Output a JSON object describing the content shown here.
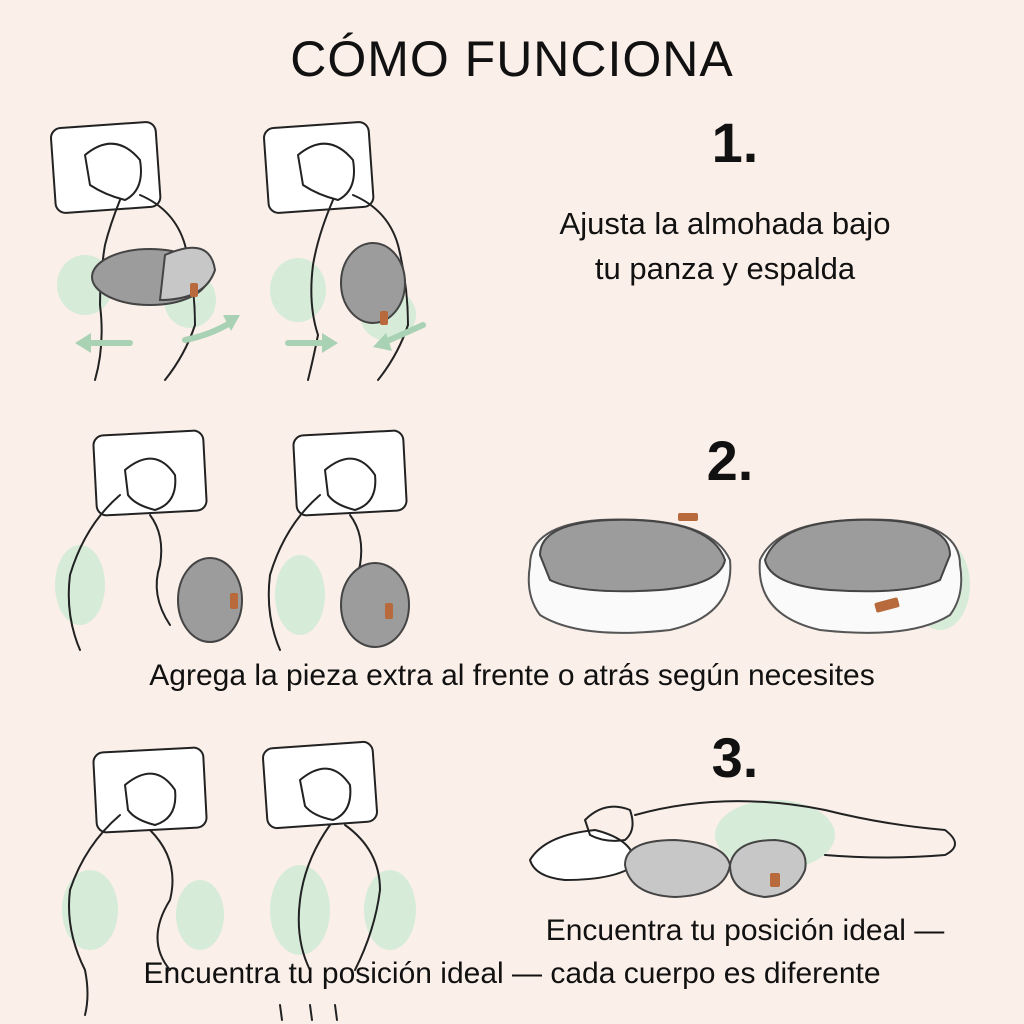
{
  "title": "CÓMO FUNCIONA",
  "steps": [
    {
      "number": "1.",
      "caption_line1": "Ajusta la almohada bajo",
      "caption_line2": "tu panza y espalda"
    },
    {
      "number": "2.",
      "caption": "Agrega la pieza extra al frente o atrás según necesites"
    },
    {
      "number": "3.",
      "caption_right": "Encuentra tu posición ideal —",
      "caption_bottom": "Encuentra tu posición ideal — cada cuerpo es diferente"
    }
  ],
  "colors": {
    "background": "#fbefe9",
    "accent_mint": "#d6ecd9",
    "arrow": "#a9d2b4",
    "pillow_grey": "#9c9c9c",
    "label_tag": "#b86a3c"
  }
}
